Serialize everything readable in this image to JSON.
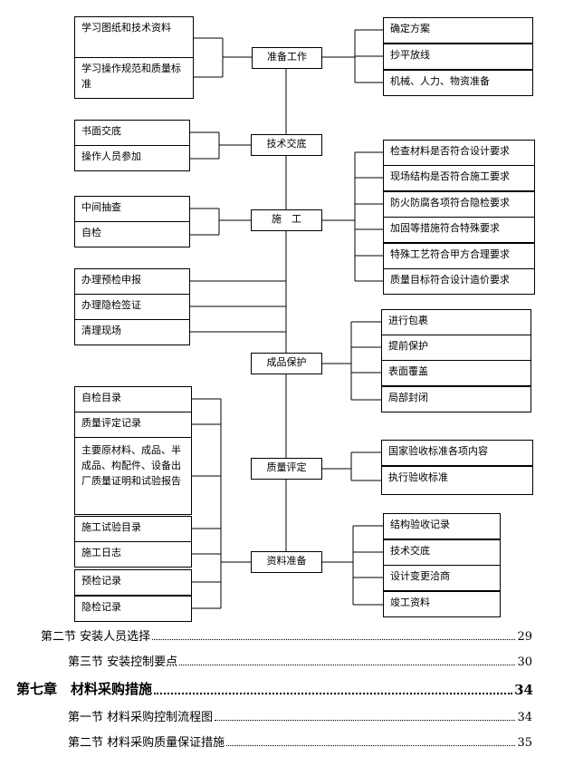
{
  "flowchart": {
    "center": {
      "prep": "准备工作",
      "tech": "技术交底",
      "construction": "施　工",
      "protect": "成品保护",
      "quality": "质量评定",
      "docs": "资料准备"
    },
    "left": {
      "study_drawings": "学习图纸和技术资料",
      "study_specs": "学习操作规范和质量标准",
      "written_disclosure": "书面交底",
      "worker_participation": "操作人员参加",
      "midway_check": "中间抽查",
      "self_check": "自检",
      "pre_inspection": "办理预检申报",
      "concealed_sign": "办理隐检签证",
      "clean_site": "清理现场",
      "self_check_list": "自检目录",
      "quality_record": "质量评定记录",
      "material_cert": "主要原材料、成品、半成品、构配件、设备出厂质量证明和试验报告",
      "test_list": "施工试验目录",
      "construction_log": "施工日志",
      "pre_check_record": "预检记录",
      "concealed_record": "隐检记录"
    },
    "right": {
      "plan": "确定方案",
      "survey": "抄平放线",
      "resources": "机械、人力、物资准备",
      "check_materials": "检查材料是否符合设计要求",
      "site_structure": "现场结构是否符合施工要求",
      "fire_protection": "防火防腐各项符合隐检要求",
      "reinforce": "加固等措施符合特殊要求",
      "special_process": "特殊工艺符合甲方合理要求",
      "quality_target": "质量目标符合设计造价要求",
      "wrap": "进行包裹",
      "advance_protect": "提前保护",
      "surface_cover": "表面覆盖",
      "local_seal": "局部封闭",
      "national_standard": "国家验收标准各项内容",
      "execute_standard": "执行验收标准",
      "structure_record": "结构验收记录",
      "tech_disclosure": "技术交底",
      "design_change": "设计变更洽商",
      "completion_docs": "竣工资料"
    }
  },
  "toc": [
    {
      "label": "第二节  安装人员选择",
      "page": "29"
    },
    {
      "label": "第三节  安装控制要点",
      "page": "30"
    },
    {
      "label": "第七章　材料采购措施",
      "page": "34"
    },
    {
      "label": "第一节  材料采购控制流程图",
      "page": "34"
    },
    {
      "label": "第二节  材料采购质量保证措施",
      "page": "35"
    }
  ]
}
